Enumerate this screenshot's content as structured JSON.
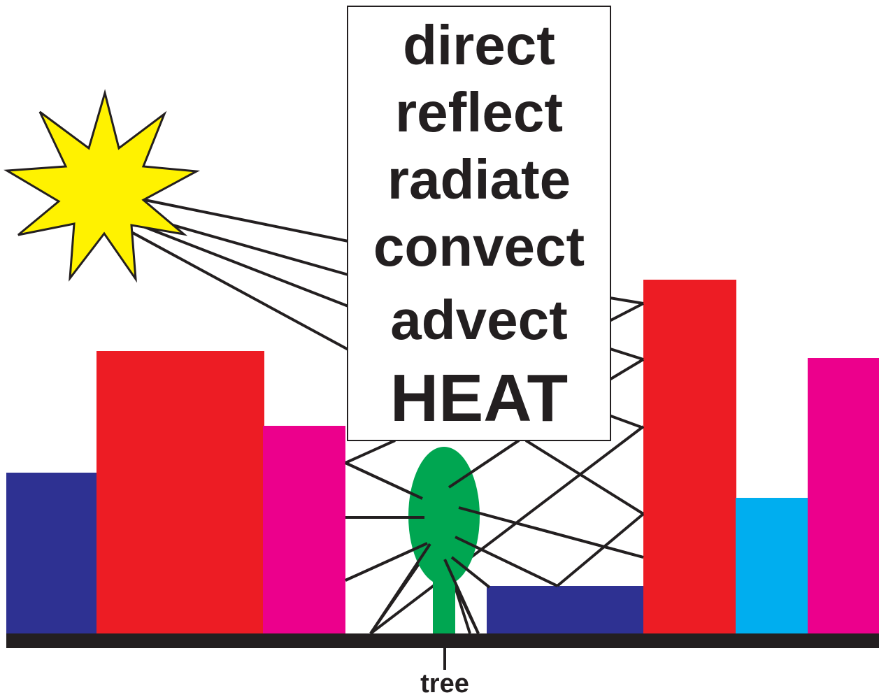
{
  "terms": [
    "direct",
    "reflect",
    "radiate",
    "convect",
    "advect"
  ],
  "heat_label": "HEAT",
  "tree_label": "tree",
  "colors": {
    "sun_fill": "#fff200",
    "sun_stroke": "#231f20",
    "building_navy": "#2e3192",
    "building_red": "#ed1c24",
    "building_magenta": "#ec008c",
    "building_cyan": "#00aeef",
    "tree_green": "#00a651",
    "ground": "#231f20",
    "rays": "#231f20"
  }
}
